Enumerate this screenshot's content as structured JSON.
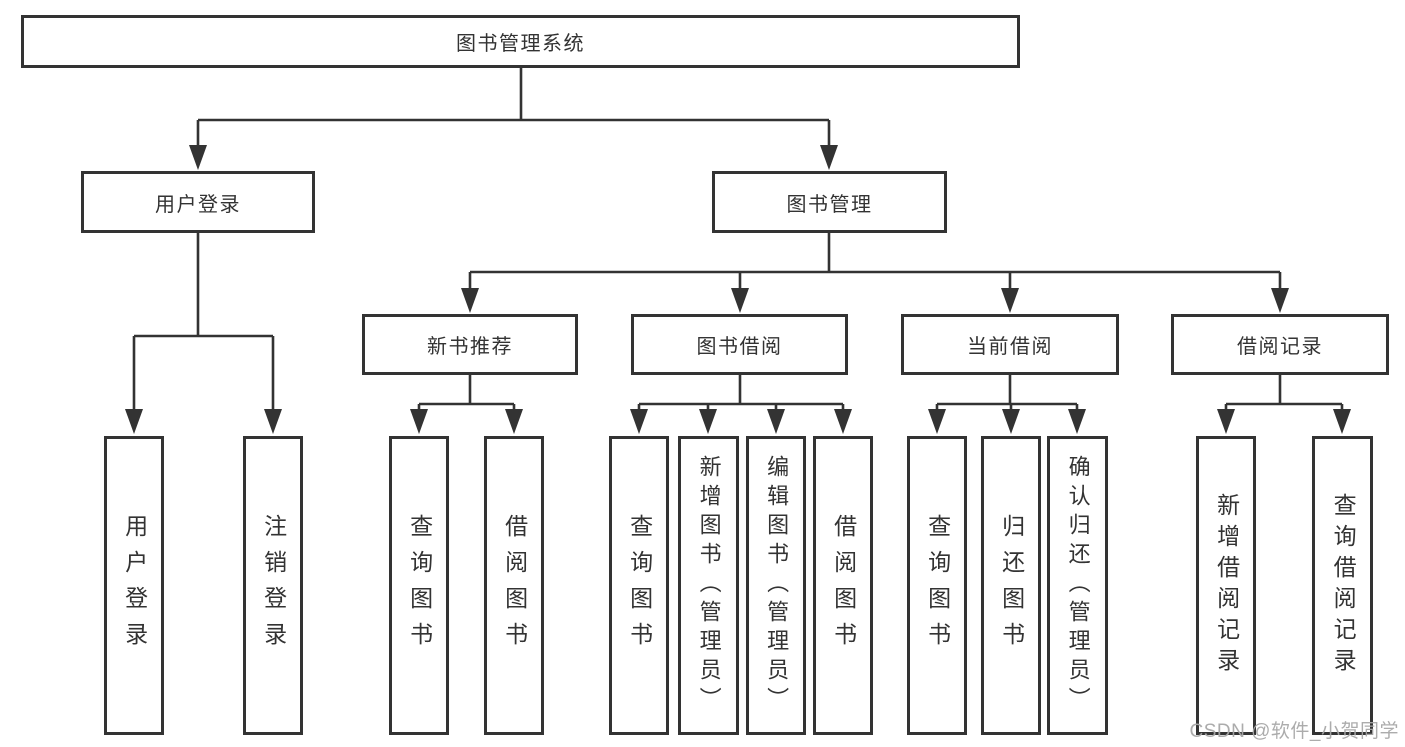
{
  "tree": {
    "root": {
      "label": "图书管理系统",
      "children": [
        {
          "label": "用户登录",
          "children": [
            {
              "label": "用户登录"
            },
            {
              "label": "注销登录"
            }
          ]
        },
        {
          "label": "图书管理",
          "children": [
            {
              "label": "新书推荐",
              "children": [
                {
                  "label": "查询图书"
                },
                {
                  "label": "借阅图书"
                }
              ]
            },
            {
              "label": "图书借阅",
              "children": [
                {
                  "label": "查询图书"
                },
                {
                  "label": "新增图书（管理员）"
                },
                {
                  "label": "编辑图书（管理员）"
                },
                {
                  "label": "借阅图书"
                }
              ]
            },
            {
              "label": "当前借阅",
              "children": [
                {
                  "label": "查询图书"
                },
                {
                  "label": "归还图书"
                },
                {
                  "label": "确认归还（管理员）"
                }
              ]
            },
            {
              "label": "借阅记录",
              "children": [
                {
                  "label": "新增借阅记录"
                },
                {
                  "label": "查询借阅记录"
                }
              ]
            }
          ]
        }
      ]
    }
  },
  "watermark": {
    "text": "CSDN @软件_小贺同学"
  },
  "colors": {
    "line": "#333333",
    "box_border": "#333333",
    "text": "#333333",
    "background": "#ffffff",
    "watermark": "#a8a8a8"
  }
}
